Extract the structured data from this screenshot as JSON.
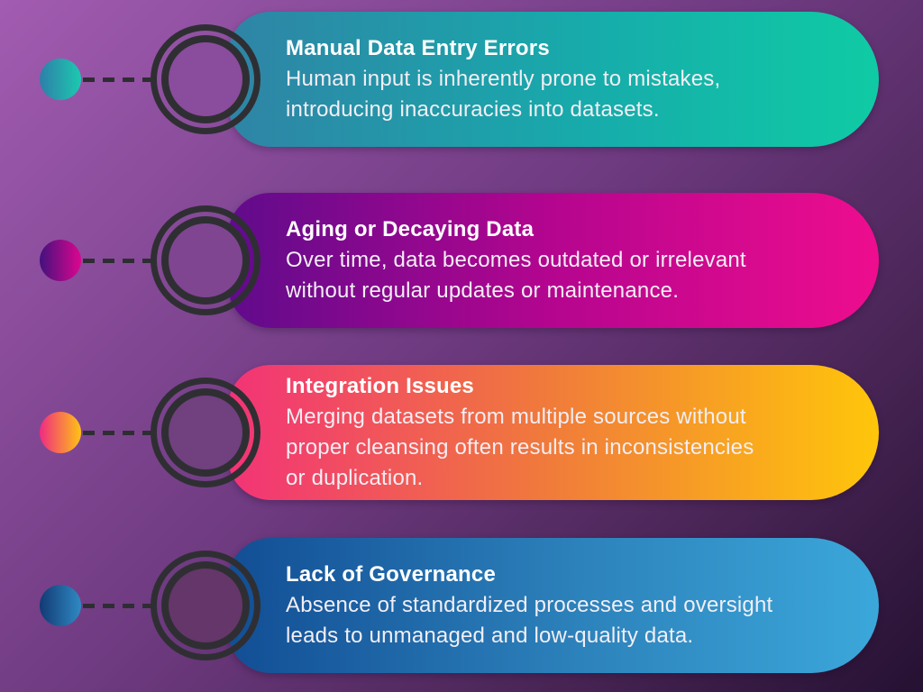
{
  "background": {
    "gradient": [
      "135deg",
      "#A25CB1 0%",
      "#8E4F9F 18%",
      "#6E3A80 48%",
      "#4B2658 75%",
      "#251132 100%"
    ]
  },
  "palette": {
    "ring_color": "#2F2F33",
    "dash_color": "#2E2E32",
    "title_color": "#FFFFFF",
    "body_color": "#F2EEF4",
    "background_corner_dark": "#241031"
  },
  "items": [
    {
      "title": "Manual Data Entry Errors",
      "desc": "Human input is inherently prone to mistakes,\nintroducing inaccuracies into datasets.",
      "card_gradient": [
        "90deg",
        "#2F84A6",
        "#17ABAB 55%",
        "#0FCBA4"
      ],
      "dot_gradient": [
        "90deg",
        "#2E7FA9",
        "#1CC9AF"
      ],
      "disc_color": "#8A4C9C"
    },
    {
      "title": "Aging or Decaying Data",
      "desc": "Over time, data becomes outdated or irrelevant\nwithout regular updates or maintenance.",
      "card_gradient": [
        "90deg",
        "#600B8C",
        "#B5058F 50%",
        "#EE0D8E"
      ],
      "dot_gradient": [
        "90deg",
        "#43117D",
        "#DD0690"
      ],
      "disc_color": "#7F4591"
    },
    {
      "title": "Integration Issues",
      "desc": "Merging datasets from multiple sources without\nproper cleansing often results in inconsistencies\nor duplication.",
      "card_gradient": [
        "90deg",
        "#F23377",
        "#F0793C 48%",
        "#FFC60A"
      ],
      "dot_gradient": [
        "90deg",
        "#F02B81",
        "#FFC315"
      ],
      "disc_color": "#70407F"
    },
    {
      "title": "Lack of Governance",
      "desc": "Absence of standardized processes and oversight\nleads to unmanaged and low-quality data.",
      "card_gradient": [
        "90deg",
        "#124E95",
        "#2D83BC 55%",
        "#3BA7DA"
      ],
      "dot_gradient": [
        "90deg",
        "#123A74",
        "#2F8AC3"
      ],
      "disc_color": "#643669"
    }
  ]
}
